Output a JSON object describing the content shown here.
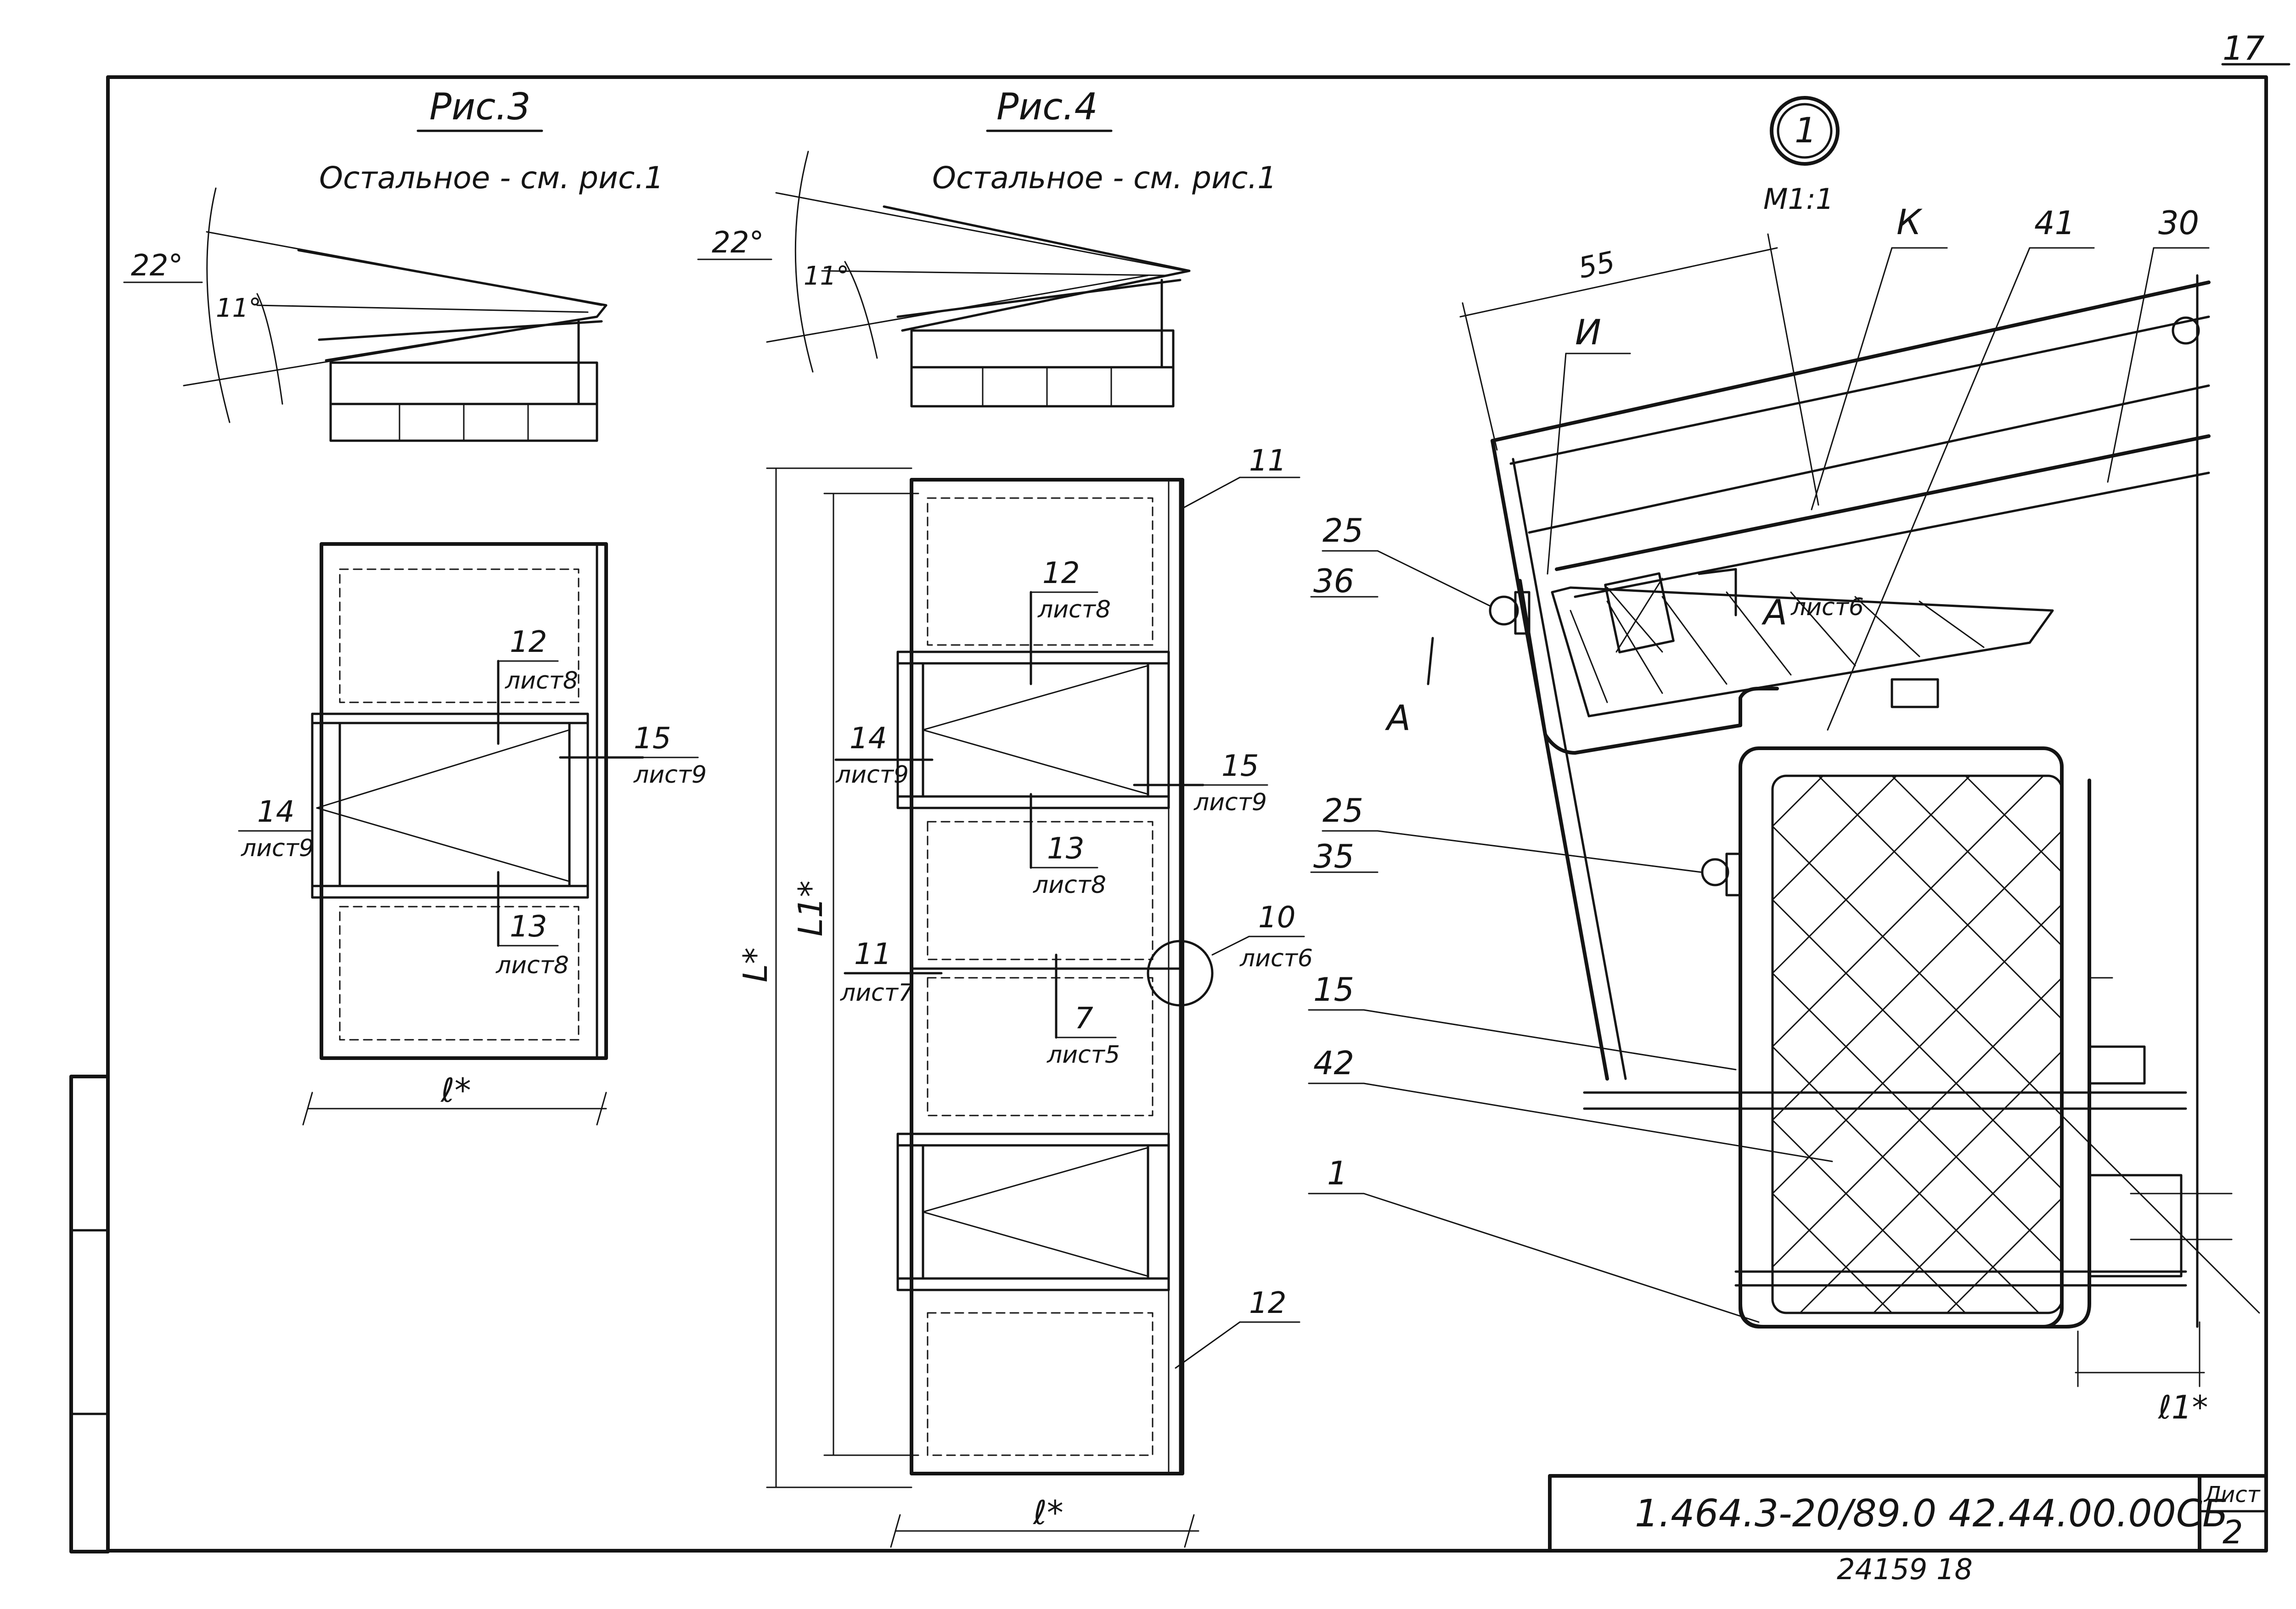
{
  "sheet": {
    "page_number": "17",
    "bottom_note": "24159 18",
    "designation": "1.464.3-20/89.0 42.44.00.00СБ",
    "list_label": "Лист",
    "list_number": "2"
  },
  "fig3": {
    "title": "Рис.3",
    "subtitle": "Остальное - см. рис.1",
    "angle_outer": "22°",
    "angle_inner": "11°",
    "dim_width": "ℓ*",
    "callouts": [
      {
        "num": "12",
        "sheet": "лист8"
      },
      {
        "num": "15",
        "sheet": "лист9"
      },
      {
        "num": "14",
        "sheet": "лист9"
      },
      {
        "num": "13",
        "sheet": "лист8"
      }
    ]
  },
  "fig4": {
    "title": "Рис.4",
    "subtitle": "Остальное - см. рис.1",
    "angle_outer": "22°",
    "angle_inner": "11°",
    "dim_width": "ℓ*",
    "dim_length": "L*",
    "dim_length1": "L1*",
    "callouts": [
      {
        "num": "11",
        "sheet": ""
      },
      {
        "num": "12",
        "sheet": "лист8"
      },
      {
        "num": "14",
        "sheet": "лист9"
      },
      {
        "num": "15",
        "sheet": "лист9"
      },
      {
        "num": "13",
        "sheet": "лист8"
      },
      {
        "num": "11",
        "sheet": "лист7"
      },
      {
        "num": "10",
        "sheet": "лист6"
      },
      {
        "num": "7",
        "sheet": "лист5"
      },
      {
        "num": "12",
        "sheet": ""
      }
    ]
  },
  "detail": {
    "marker": "1",
    "scale": "М1:1",
    "dim_55": "55",
    "labels": {
      "K": "К",
      "I": "И",
      "p41": "41",
      "p30": "30",
      "p25a": "25",
      "p36": "36",
      "p25b": "25",
      "p35": "35",
      "p15": "15",
      "p42": "42",
      "p1": "1",
      "sectionA_left": "А",
      "sectionA_right": "А",
      "sectionA_sheet": "лист6",
      "dim_l1": "ℓ1*"
    }
  }
}
